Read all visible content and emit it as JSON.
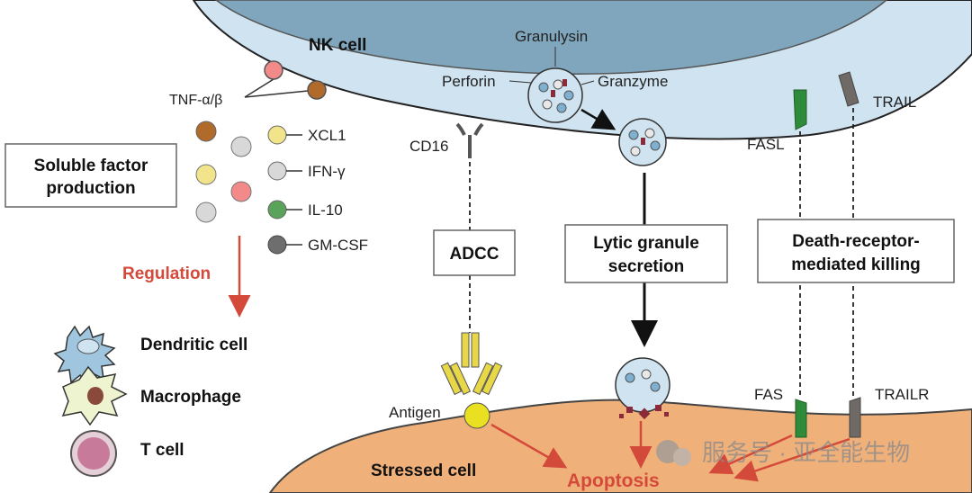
{
  "nk_cell": {
    "title": "NK cell",
    "granule_labels": {
      "granulysin": "Granulysin",
      "perforin": "Perforin",
      "granzyme": "Granzyme"
    },
    "receptors": {
      "cd16": "CD16",
      "fasl": "FASL",
      "trail": "TRAIL"
    }
  },
  "cytokines": {
    "tnf": "TNF-α/β",
    "legend": [
      {
        "label": "XCL1",
        "color": "#f2e48a"
      },
      {
        "label": "IFN-γ",
        "color": "#d8d8d8"
      },
      {
        "label": "IL-10",
        "color": "#5aa35a"
      },
      {
        "label": "GM-CSF",
        "color": "#6e6e6e"
      }
    ]
  },
  "boxes": {
    "soluble_line1": "Soluble factor",
    "soluble_line2": "production",
    "adcc": "ADCC",
    "lytic_line1": "Lytic granule",
    "lytic_line2": "secretion",
    "death_line1": "Death-receptor-",
    "death_line2": "mediated killing"
  },
  "regulation": {
    "label": "Regulation",
    "targets": [
      "Dendritic cell",
      "Macrophage",
      "T cell"
    ]
  },
  "target_cell": {
    "title": "Stressed cell",
    "antigen": "Antigen",
    "fas": "FAS",
    "trailr": "TRAILR",
    "outcome": "Apoptosis"
  },
  "watermark": "服务号 · 亚全能生物",
  "colors": {
    "nk_cell": "#cfe3f0",
    "nk_nucleus": "#7fa6bc",
    "stressed_cell": "#f0b07a",
    "red_arrow": "#d44a3a",
    "fasl_green": "#2e8b3a",
    "trail_gray": "#6f6a66",
    "adcc_yellow": "#e8d848"
  }
}
